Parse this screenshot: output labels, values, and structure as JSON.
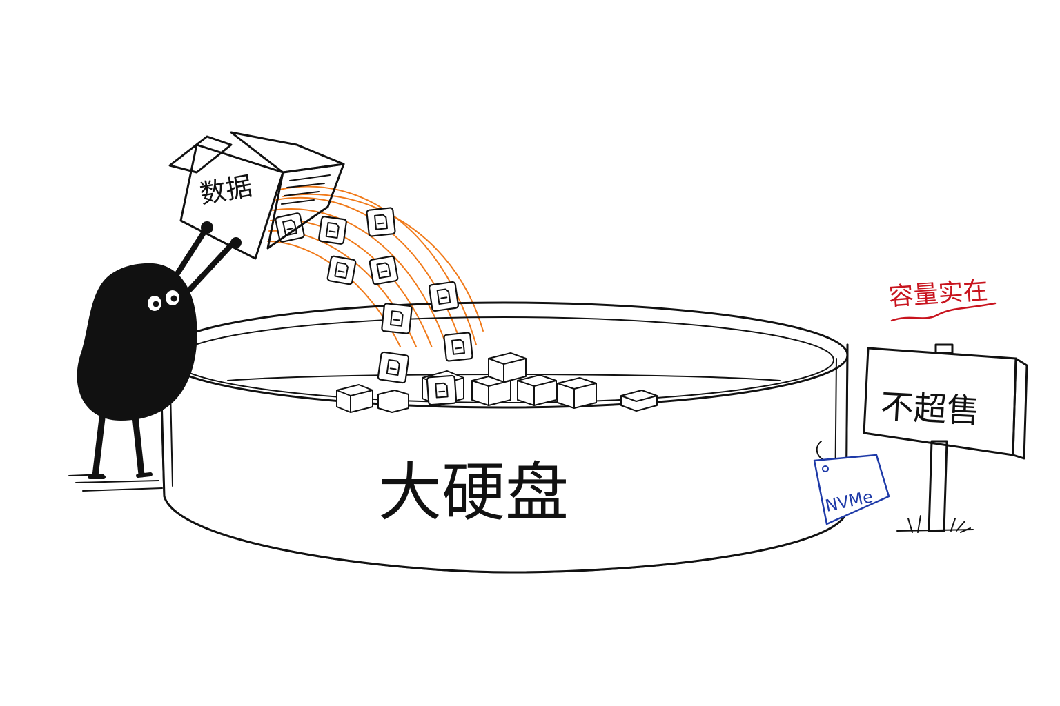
{
  "box_label": "数据",
  "disk_label": "大硬盘",
  "sign_label": "不超售",
  "note_label": "容量实在",
  "tag_label": "NVMe",
  "colors": {
    "ink": "#111111",
    "stream": "#f07a1a",
    "note": "#c8141e",
    "tag": "#1e3aa8",
    "background": "#ffffff"
  },
  "icons": {
    "character": "black-blob-character",
    "files": "file-icon",
    "sign": "wooden-sign",
    "tag": "hang-tag"
  }
}
